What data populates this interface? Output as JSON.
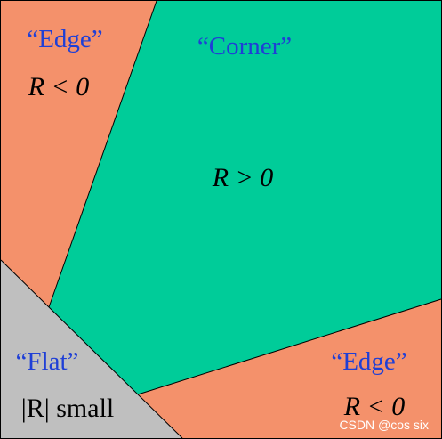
{
  "colors": {
    "edge": "#F4916B",
    "corner": "#00CC99",
    "flat": "#BFBFBF",
    "border": "#000000",
    "label_blue": "#1F3FD6",
    "label_black": "#000000",
    "watermark": "#FFFFFF"
  },
  "regions": {
    "edge_top": {
      "title": "“Edge”",
      "formula": "R < 0"
    },
    "corner": {
      "title": "“Corner”",
      "formula": "R > 0"
    },
    "flat": {
      "title": "“Flat”",
      "formula": "|R| small"
    },
    "edge_bottom": {
      "title": "“Edge”",
      "formula": "R < 0"
    }
  },
  "watermark": "CSDN @cos six"
}
